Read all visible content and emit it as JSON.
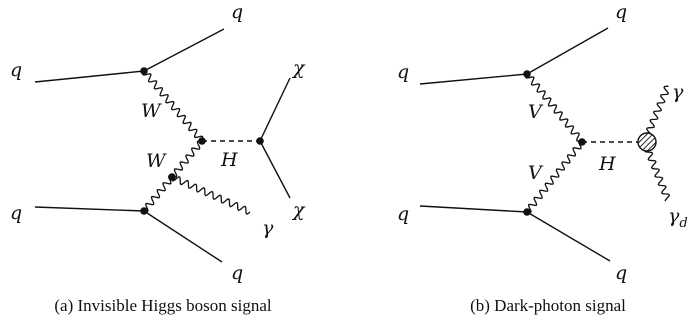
{
  "diagram_a": {
    "labels": {
      "q_in_top": "q",
      "q_out_top": "q",
      "q_in_bottom": "q",
      "q_out_bottom": "q",
      "w_top": "W",
      "w_bottom": "W",
      "higgs": "H",
      "chi_top": "χ",
      "chi_bottom": "χ",
      "photon": "γ"
    },
    "caption": "(a) Invisible Higgs boson signal"
  },
  "diagram_b": {
    "labels": {
      "q_in_top": "q",
      "q_out_top": "q",
      "q_in_bottom": "q",
      "q_out_bottom": "q",
      "v_top": "V",
      "v_bottom": "V",
      "higgs": "H",
      "photon": "γ",
      "dark_photon": "γd"
    },
    "caption": "(b) Dark-photon signal"
  }
}
